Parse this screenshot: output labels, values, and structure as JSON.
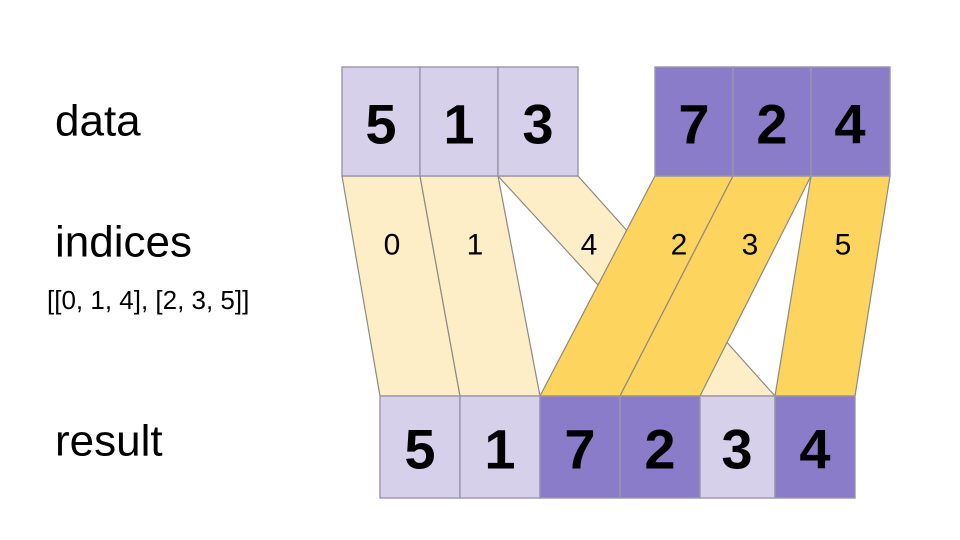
{
  "diagram": {
    "title_rows": {
      "data_label": "data",
      "indices_label": "indices",
      "indices_expression": "[[0, 1, 4], [2, 3, 5]]",
      "result_label": "result"
    },
    "colors": {
      "light_purple": "#d6d0ea",
      "dark_purple": "#8a7cc8",
      "light_cream": "#fdeec8",
      "saturated_yellow": "#fcd45e",
      "cell_border": "#9a95ab",
      "ribbon_border": "#8d8a80",
      "background": "#ffffff",
      "text": "#000000"
    },
    "data_row": {
      "groups": [
        {
          "name": "group-a",
          "tone": "light",
          "cells": [
            {
              "value": "5"
            },
            {
              "value": "1"
            },
            {
              "value": "3"
            }
          ]
        },
        {
          "name": "group-b",
          "tone": "dark",
          "cells": [
            {
              "value": "7"
            },
            {
              "value": "2"
            },
            {
              "value": "4"
            }
          ]
        }
      ]
    },
    "indices_row": {
      "labels": [
        {
          "value": "0",
          "tone": "light"
        },
        {
          "value": "1",
          "tone": "light"
        },
        {
          "value": "4",
          "tone": "light"
        },
        {
          "value": "2",
          "tone": "dark"
        },
        {
          "value": "3",
          "tone": "dark"
        },
        {
          "value": "5",
          "tone": "dark"
        }
      ]
    },
    "result_row": {
      "cells": [
        {
          "value": "5",
          "tone": "light"
        },
        {
          "value": "1",
          "tone": "light"
        },
        {
          "value": "7",
          "tone": "dark"
        },
        {
          "value": "2",
          "tone": "dark"
        },
        {
          "value": "3",
          "tone": "light"
        },
        {
          "value": "4",
          "tone": "dark"
        }
      ]
    }
  }
}
